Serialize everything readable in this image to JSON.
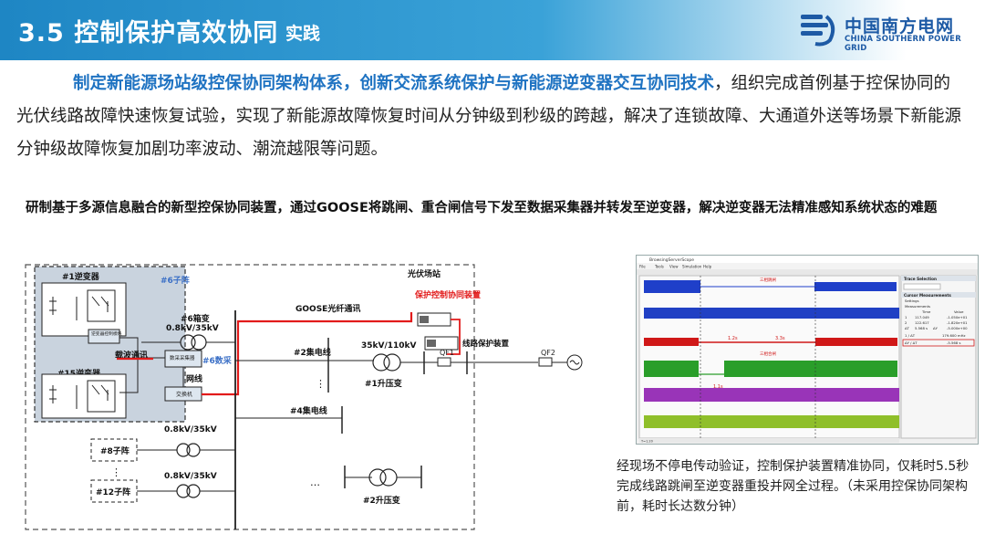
{
  "header": {
    "title": "3.5 控制保护高效协同",
    "subtitle": "实践"
  },
  "logo": {
    "cn": "中国南方电网",
    "en": "CHINA SOUTHERN POWER GRID"
  },
  "intro": {
    "highlight": "制定新能源场站级控保协同架构体系，创新交流系统保护与新能源逆变器交互协同技术",
    "rest": "，组织完成首例基于控保协同的光伏线路故障快速恢复试验，实现了新能源故障恢复时间从分钟级到秒级的跨越，解决了连锁故障、大通道外送等场景下新能源分钟级故障恢复加剧功率波动、潮流越限等问题。"
  },
  "subtitle": "研制基于多源信息融合的新型控保协同装置，通过GOOSE将跳闸、重合闸信号下发至数据采集器并转发至逆变器，解决逆变器无法精准感知系统状态的难题",
  "diagram": {
    "inv1": "#1逆变器",
    "inv15": "#15逆变器",
    "subarray6": "#6子阵",
    "inv_ctrl": "逆变器控制模块",
    "carrier": "载波通讯",
    "box_trans": "#6箱变",
    "box_volt": "0.8kV/35kV",
    "data_collector": "数采采集器",
    "data6": "#6数采",
    "network": "网线",
    "switch": "交换机",
    "goose": "GOOSE光纤通讯",
    "pv_station": "光伏场站",
    "protection_device": "保护控制协同装置",
    "line_protection": "线路保护装置",
    "feeder2": "#2集电线",
    "feeder4": "#4集电线",
    "step_up_volt": "35kV/110kV",
    "step_up1": "#1升压变",
    "step_up2": "#2升压变",
    "qf1": "QF1",
    "qf2": "QF2",
    "subarray8": "#8子阵",
    "subarray12": "#12子阵",
    "volt_8": "0.8kV/35kV",
    "volt_12": "0.8kV/35kV",
    "dots": "⋮",
    "hdots": "…"
  },
  "scope": {
    "window_title": "BrowsingServerScope",
    "menu": [
      "File",
      "Tools",
      "View",
      "Simulation",
      "Help"
    ],
    "panel_title": "Trace Selection",
    "cursor_title": "Cursor Measurements",
    "settings": "Settings",
    "measurements": "Measurements",
    "col_time": "Time",
    "col_value": "Value",
    "row1": [
      "1",
      "117.049",
      "-1.050e+01"
    ],
    "row2": [
      "2",
      "122.617",
      "-1.820e+01"
    ],
    "row3": [
      "ΔT",
      "5.568 s",
      "ΔY",
      "-5.000e+00"
    ],
    "row4": [
      "1 / ΔT",
      "179.600 mHz"
    ],
    "row5": [
      "ΔY / ΔT",
      "-5.568 s"
    ],
    "label_trip": "三相跳闸",
    "label_reclose": "三相合闸",
    "label_t1": "1.2s",
    "label_t2": "3.3s",
    "label_t3": "1.1s",
    "status": "T=1.20"
  },
  "caption": "经现场不停电传动验证，控制保护装置精准协同，仅耗时5.5秒完成线路跳闸至逆变器重投并网全过程。（未采用控保协同架构前，耗时长达数分钟）",
  "colors": {
    "header_blue": "#1e86c4",
    "highlight_blue": "#1f73c2",
    "red_line": "#e21b1b"
  }
}
